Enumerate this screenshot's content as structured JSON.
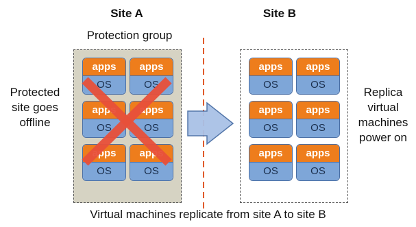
{
  "site_a": {
    "title": "Site A",
    "group_label": "Protection group",
    "side_text": [
      "Protected",
      "site goes",
      "offline"
    ],
    "vms": [
      {
        "apps": "apps",
        "os": "OS"
      },
      {
        "apps": "apps",
        "os": "OS"
      },
      {
        "apps": "apps",
        "os": "OS"
      },
      {
        "apps": "apps",
        "os": "OS"
      },
      {
        "apps": "apps",
        "os": "OS"
      },
      {
        "apps": "apps",
        "os": "OS"
      }
    ]
  },
  "site_b": {
    "title": "Site B",
    "side_text": [
      "Replica",
      "virtual",
      "machines",
      "power on"
    ],
    "vms": [
      {
        "apps": "apps",
        "os": "OS"
      },
      {
        "apps": "apps",
        "os": "OS"
      },
      {
        "apps": "apps",
        "os": "OS"
      },
      {
        "apps": "apps",
        "os": "OS"
      },
      {
        "apps": "apps",
        "os": "OS"
      },
      {
        "apps": "apps",
        "os": "OS"
      }
    ]
  },
  "caption": "Virtual machines replicate from site A to site B",
  "colors": {
    "apps": "#ee7d1c",
    "os": "#7ea6d8",
    "site_a_background": "#d6d3c3",
    "divider": "#e05a2b",
    "cross": "#e8503a",
    "arrow": "#a9c1e6"
  }
}
